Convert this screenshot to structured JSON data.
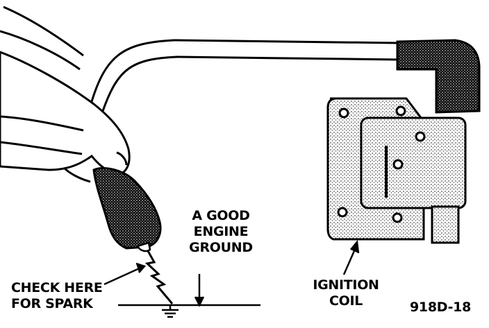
{
  "labels": {
    "engine_ground": [
      "A GOOD",
      "ENGINE",
      "GROUND"
    ],
    "check_spark": [
      "CHECK HERE",
      "FOR SPARK"
    ],
    "ignition_coil": [
      "IGNITION",
      "COIL"
    ],
    "figure_id": "918D-18"
  },
  "colors": {
    "ink": "#000000",
    "paper": "#ffffff"
  }
}
